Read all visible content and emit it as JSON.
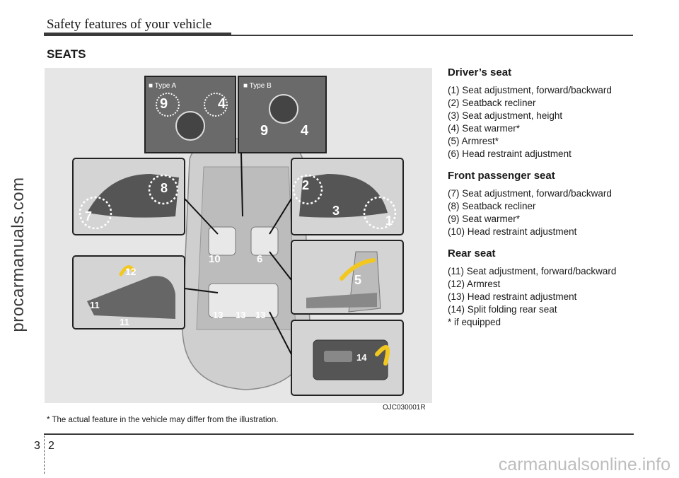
{
  "header": {
    "title": "Safety features of your vehicle"
  },
  "section_title": "SEATS",
  "illustration": {
    "code": "OJC030001R",
    "type_a_label": "■ Type A",
    "type_b_label": "■ Type B",
    "callouts": [
      "9",
      "4",
      "9",
      "4",
      "8",
      "7",
      "2",
      "3",
      "1",
      "10",
      "6",
      "12",
      "11",
      "11",
      "5",
      "13",
      "13",
      "13",
      "14"
    ]
  },
  "footnote": "* The actual feature in the vehicle may differ from the illustration.",
  "drivers_seat": {
    "heading": "Driver’s seat",
    "items": [
      "(1) Seat adjustment, forward/backward",
      "(2) Seatback recliner",
      "(3) Seat adjustment, height",
      "(4) Seat warmer*",
      "(5) Armrest*",
      "(6) Head restraint adjustment"
    ]
  },
  "front_passenger_seat": {
    "heading": "Front passenger seat",
    "items": [
      "(7) Seat adjustment, forward/backward",
      "(8) Seatback recliner",
      "(9) Seat warmer*",
      "(10) Head restraint adjustment"
    ]
  },
  "rear_seat": {
    "heading": "Rear seat",
    "items": [
      "(11) Seat adjustment, forward/backward",
      "(12) Armrest",
      "(13) Head restraint adjustment",
      "(14) Split folding rear seat",
      "* if equipped"
    ]
  },
  "page": {
    "chapter": "3",
    "number": "2"
  },
  "watermarks": {
    "left": "procarmanuals.com",
    "bottom": "carmanualsonline.info"
  }
}
